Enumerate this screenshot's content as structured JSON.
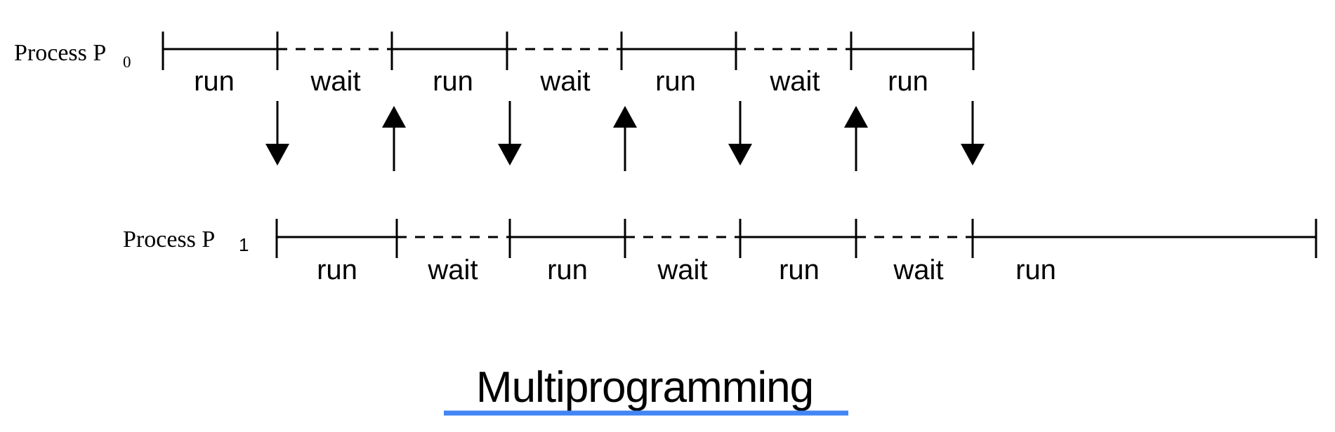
{
  "diagram": {
    "title": "Multiprogramming",
    "title_underline_color": "#4285f4",
    "ink_color": "#000000",
    "background_color": "#ffffff",
    "processes": [
      {
        "id": "p0",
        "label_prefix": "Process P",
        "label_subscript": "0",
        "label_text": "Process P0",
        "segments": [
          {
            "state": "run",
            "label": "run"
          },
          {
            "state": "wait",
            "label": "wait"
          },
          {
            "state": "run",
            "label": "run"
          },
          {
            "state": "wait",
            "label": "wait"
          },
          {
            "state": "run",
            "label": "run"
          },
          {
            "state": "wait",
            "label": "wait"
          },
          {
            "state": "run",
            "label": "run"
          }
        ]
      },
      {
        "id": "p1",
        "label_prefix": "Process  P",
        "label_subscript": "1",
        "label_text": "Process  P1",
        "segments": [
          {
            "state": "run",
            "label": "run"
          },
          {
            "state": "wait",
            "label": "wait"
          },
          {
            "state": "run",
            "label": "run"
          },
          {
            "state": "wait",
            "label": "wait"
          },
          {
            "state": "run",
            "label": "run"
          },
          {
            "state": "wait",
            "label": "wait"
          },
          {
            "state": "run",
            "label": "run"
          }
        ]
      }
    ],
    "transitions": [
      {
        "direction": "down",
        "from": "p0",
        "to": "p1"
      },
      {
        "direction": "up",
        "from": "p1",
        "to": "p0"
      },
      {
        "direction": "down",
        "from": "p0",
        "to": "p1"
      },
      {
        "direction": "up",
        "from": "p1",
        "to": "p0"
      },
      {
        "direction": "down",
        "from": "p0",
        "to": "p1"
      },
      {
        "direction": "up",
        "from": "p1",
        "to": "p0"
      },
      {
        "direction": "down",
        "from": "p0",
        "to": "p1"
      }
    ]
  }
}
